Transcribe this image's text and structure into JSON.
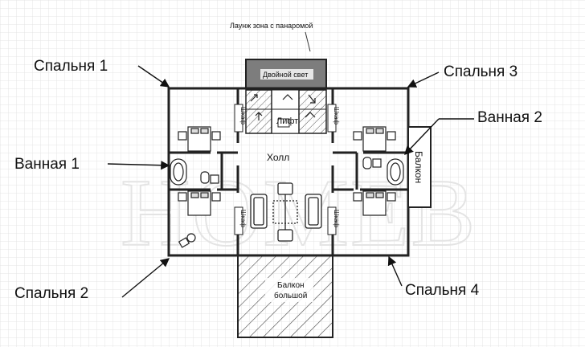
{
  "title": "Лаунж зона с панаромой",
  "rooms": {
    "double_light": "Двойной свет",
    "lift": "Лифт",
    "hall": "Холл",
    "balcony_large": "Балкон большой",
    "balcony_side": "Балкон",
    "closet": "Шкаф"
  },
  "callouts": {
    "bedroom_1": "Спальня 1",
    "bedroom_2": "Спальня 2",
    "bedroom_3": "Спальня 3",
    "bedroom_4": "Спальня 4",
    "bathroom_1": "Ванная 1",
    "bathroom_2": "Ванная 2"
  },
  "watermark": "HOMEB",
  "colors": {
    "grid": "#e2e2e2",
    "wall": "#222222",
    "dark_block": "#7d7d7d",
    "hatch": "#555555"
  }
}
